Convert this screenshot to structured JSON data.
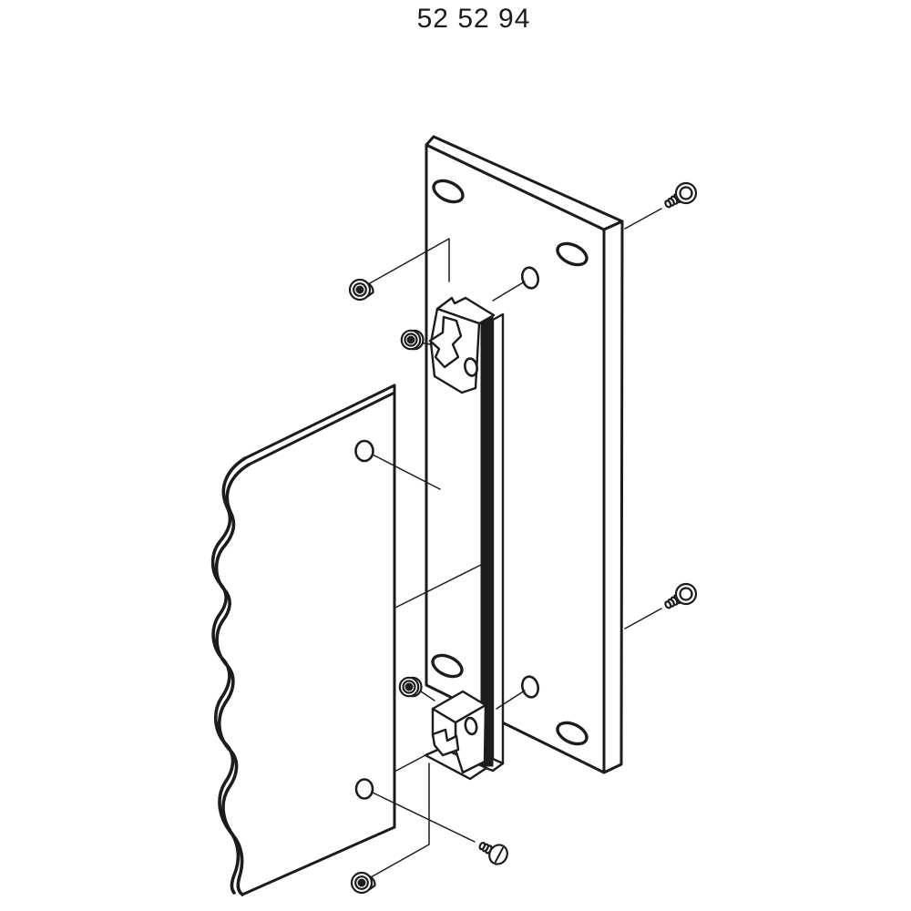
{
  "title": "52 52 94",
  "colors": {
    "background": "#ffffff",
    "line": "#1c1c1c",
    "rail_fill": "#1c1c1c"
  },
  "parts": {
    "mounting_plate": "mounting-plate",
    "backing_panel": "backing-panel-broken-edge",
    "guide_rail": "guide-rail",
    "keeper_top": "keeper-block-top",
    "keeper_bottom": "keeper-block-bottom",
    "screw_top_right": "screw-top-right",
    "screw_mid_right": "screw-middle-right",
    "screw_bottom": "screw-bottom",
    "nut_top_left": "nut-top-left",
    "nut_upper_mid": "nut-upper-middle",
    "nut_lower_mid": "nut-lower-middle",
    "nut_bottom_left": "nut-bottom-left"
  }
}
